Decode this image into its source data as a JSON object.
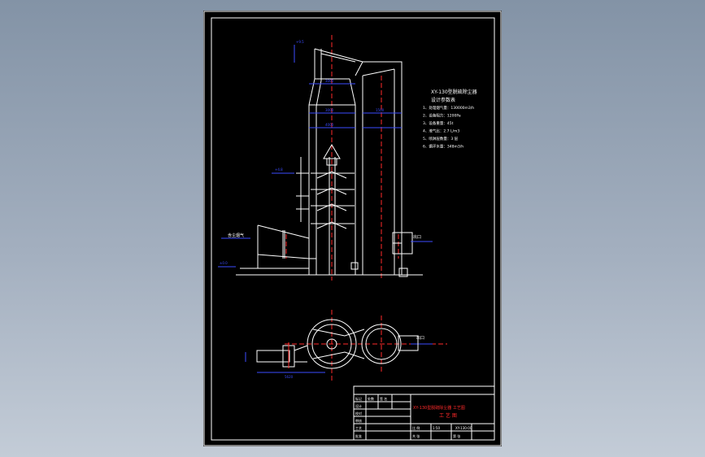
{
  "drawing_title": "XY-130型脱硫除尘器",
  "spec_heading": "设计参数表",
  "spec_items": [
    "1、处理烟气量：130000m3/h",
    "2、设备阻力：1200Pa",
    "3、设备重量：45t",
    "4、液气比：2.7 L/m3",
    "5、喷淋层数量：3 层",
    "6、循环水量：348m3/h"
  ],
  "labels": {
    "inlet_flue_gas": "含尘烟气",
    "outlet_elevation": "出口",
    "outlet_elevation_plan": "出口",
    "elev_top": "+9.5",
    "elev_mid": "+4.8",
    "elev_ground": "±0.0",
    "dims": [
      "3000",
      "3000",
      "1500",
      "4000",
      "5620"
    ]
  },
  "title_block": {
    "red_title": "XY-130型脱硫除尘器 工艺图",
    "sub_title": "工 艺 图",
    "cells": [
      "标记",
      "处数",
      "签 名",
      "设计",
      "校对",
      "审核",
      "工艺",
      "批准",
      "比 例",
      "1:50",
      "共 张",
      "第 张"
    ],
    "drawing_no": "XY-130-00"
  },
  "colors": {
    "background_top": "#8393a6",
    "sheet": "#000000",
    "linework": "#ffffff",
    "centerline": "#ff2a2a",
    "dimension": "#3b4bff"
  }
}
